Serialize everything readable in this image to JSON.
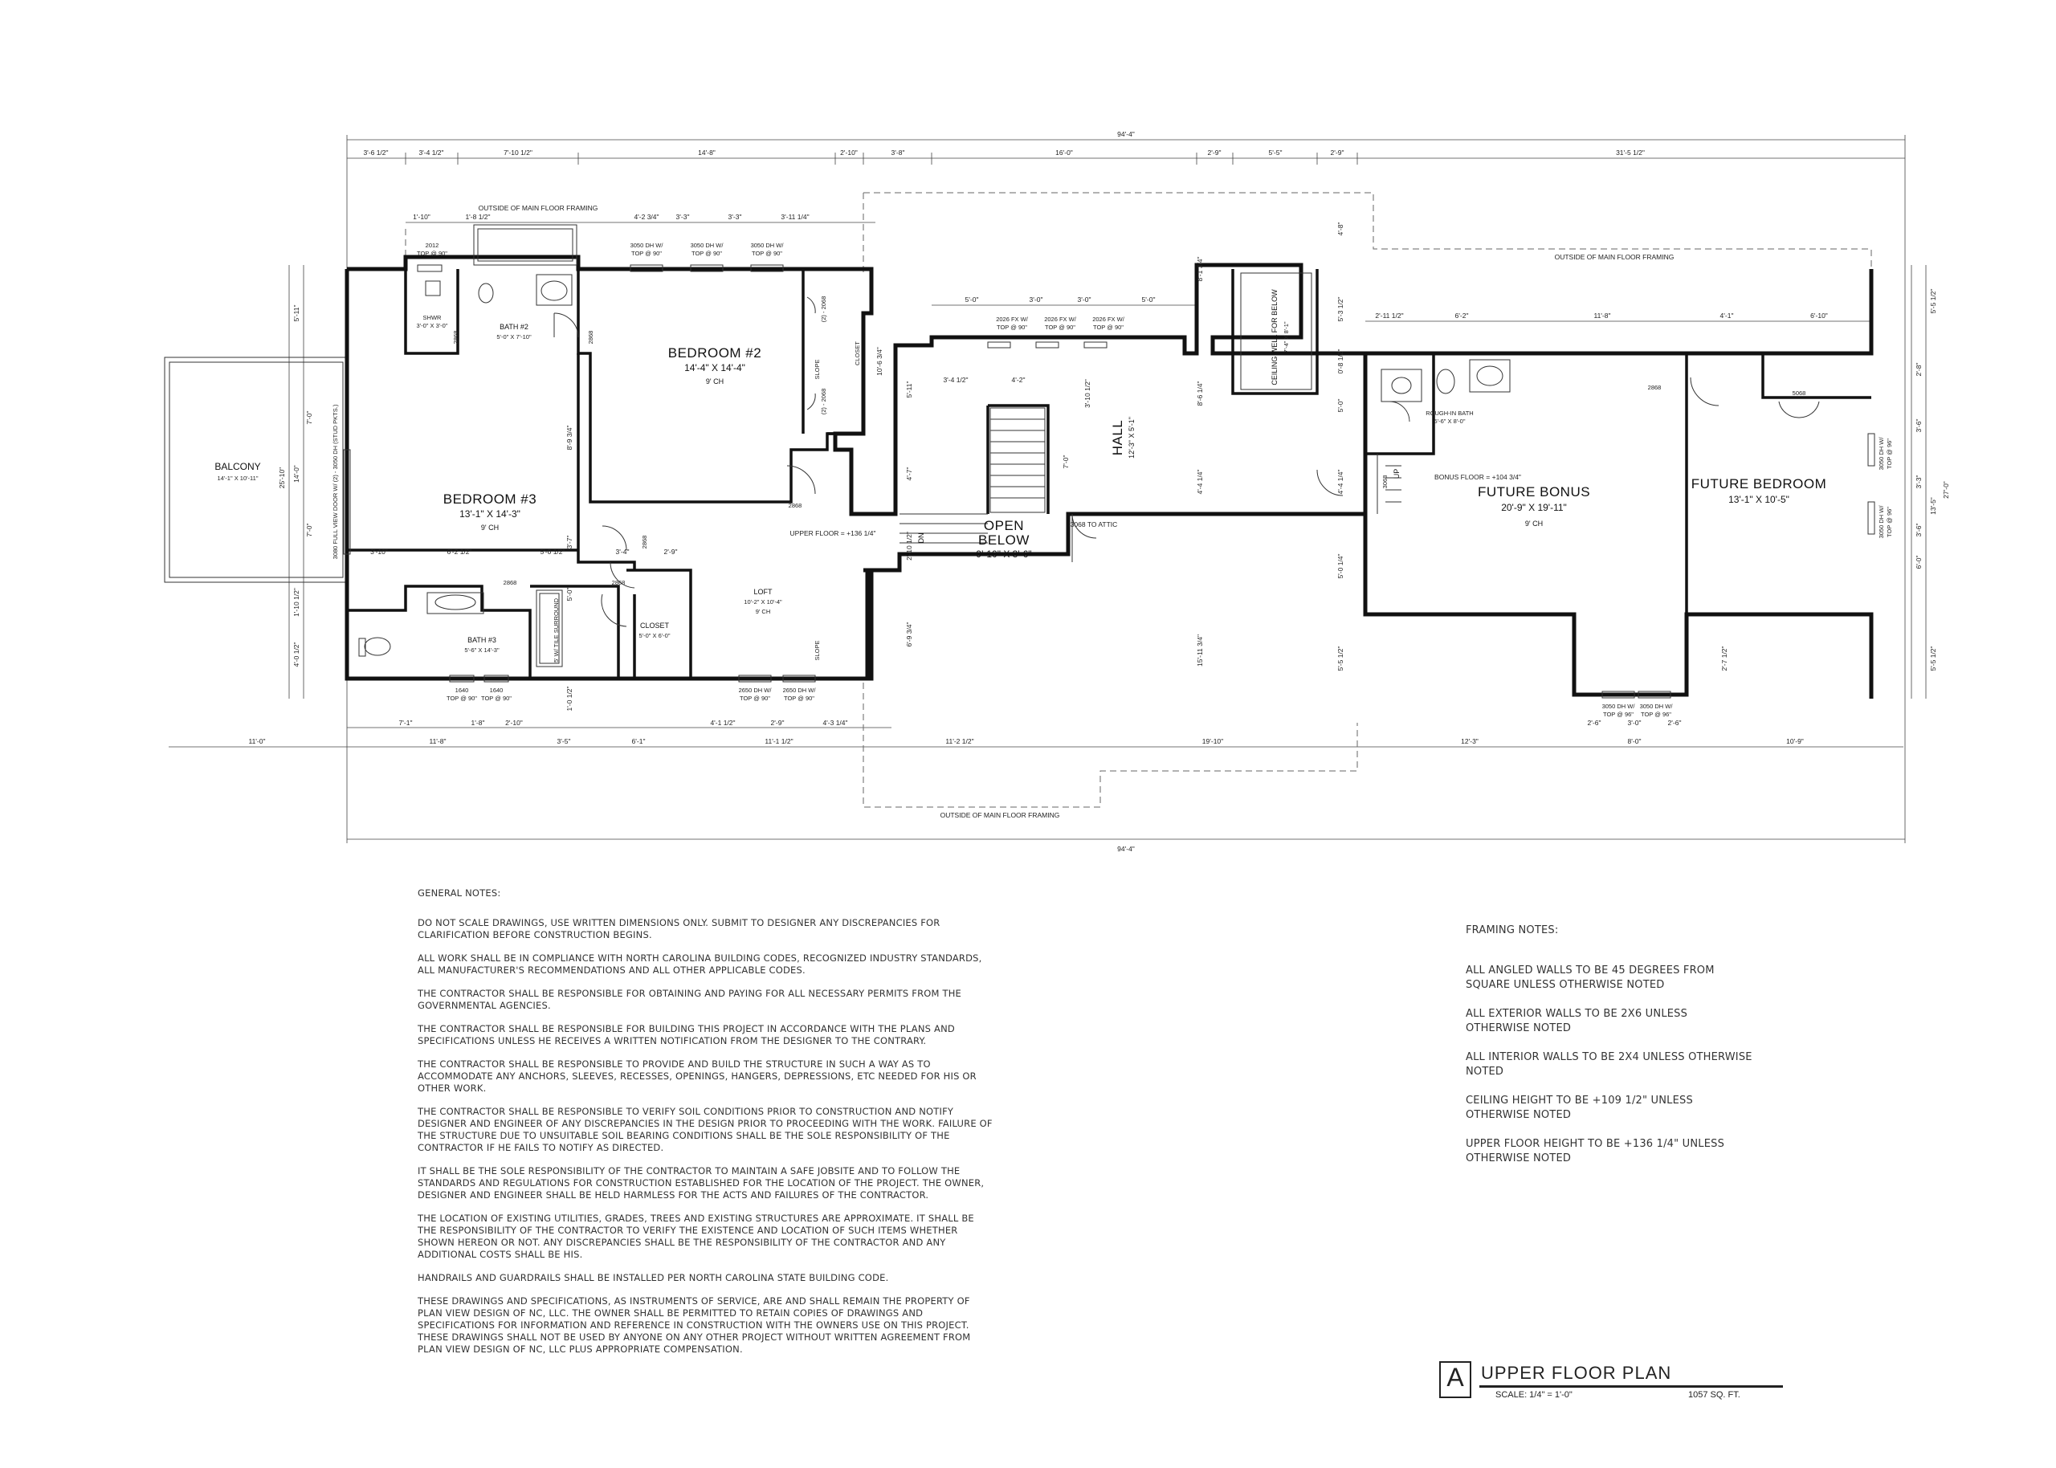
{
  "dimensions": {
    "overall": "94'-4\"",
    "top_row": [
      "3'-6 1/2\"",
      "3'-4 1/2\"",
      "7'-10 1/2\"",
      "14'-8\"",
      "2'-10\"",
      "3'-8\"",
      "16'-0\"",
      "2'-9\"",
      "5'-5\"",
      "2'-9\"",
      "31'-5 1/2\""
    ],
    "top_row2": [
      "1'-10\"",
      "1'-8 1/2\"",
      "4'-2 3/4\"",
      "3'-3\"",
      "3'-3\"",
      "3'-11 1/4\""
    ],
    "stair_row": [
      "5'-0\"",
      "3'-0\"",
      "3'-0\"",
      "5'-0\""
    ],
    "right_row": [
      "2'-11 1/2\"",
      "6'-2\"",
      "11'-8\"",
      "4'-1\"",
      "6'-10\""
    ],
    "hall_row": [
      "3'-4 1/2\"",
      "4'-2\""
    ],
    "bath3_row": [
      "3'-10\"",
      "6'-2 1/2\"",
      "5'-0 1/2\"",
      "3'-4\"",
      "2'-9\""
    ],
    "bottom_row1": [
      "7'-1\"",
      "1'-8\"",
      "2'-10\"",
      "4'-1 1/2\"",
      "2'-9\"",
      "4'-3 1/4\"",
      "2'-6\"",
      "3'-0\"",
      "2'-6\""
    ],
    "bottom_row2": [
      "11'-0\"",
      "11'-8\"",
      "3'-5\"",
      "6'-1\"",
      "11'-1 1/2\"",
      "11'-2 1/2\"",
      "19'-10\"",
      "12'-3\"",
      "8'-0\"",
      "10'-9\""
    ],
    "left_col": [
      "5'-11\"",
      "7'-0\"",
      "7'-0\"",
      "1'-10 1/2\"",
      "4'-0 1/2\"",
      "14'-0\"",
      "25'-10\""
    ],
    "right_col": [
      "5'-5 1/2\"",
      "2'-8\"",
      "3'-6\"",
      "3'-3\"",
      "3'-6\"",
      "6'-0\"",
      "5'-5 1/2\"",
      "27'-0\"",
      "13'-5\""
    ],
    "misc": [
      "4'-8\"",
      "8'-1 3/4\"",
      "5'-3 1/2\"",
      "0'-8 1/2\"",
      "5'-0\"",
      "8'-6 1/4\"",
      "4'-4 1/4\"",
      "6'-9 3/4\"",
      "15'-11 3/4\"",
      "10'-6 3/4\"",
      "5'-11\"",
      "4'-7\"",
      "2'-10 1/2\"",
      "8'-9 3/4\"",
      "5'-0\"",
      "3'-7\"",
      "1'-0 1/2\"",
      "3'-10 1/2\"",
      "7'-0\"",
      "5'-0 1/4\"",
      "4'-4 1/4\"",
      "5'-5 1/2\"",
      "2'-7 1/2\""
    ]
  },
  "labels": {
    "outside_framing": "OUTSIDE OF MAIN FLOOR FRAMING",
    "upper_floor": "UPPER FLOOR = +136 1/4\"",
    "bonus_floor": "BONUS FLOOR = +104 3/4\"",
    "ceiling_well": "CEILING WELL FOR BELOW",
    "ceiling_well_size": "7'-4\" X 8'-1\"",
    "door_attic": "3068 TO ATTIC",
    "dn": "DN",
    "up": "UP",
    "slope": "SLOPE"
  },
  "rooms": [
    {
      "name": "BEDROOM #2",
      "size": "14'-4\" X 14'-4\"",
      "ceiling": "9' CH"
    },
    {
      "name": "BEDROOM #3",
      "size": "13'-1\" X 14'-3\"",
      "ceiling": "9' CH"
    },
    {
      "name": "BATH #2",
      "size": "5'-0\" X 7'-10\""
    },
    {
      "name": "SHWR",
      "size": "3'-0\" X 3'-0\""
    },
    {
      "name": "BATH #3",
      "size": "5'-6\" X 14'-3\""
    },
    {
      "name": "CLOSET",
      "size": "5'-0\" X 6'-0\""
    },
    {
      "name": "LOFT",
      "size": "10'-2\" X 10'-4\"",
      "ceiling": "9' CH"
    },
    {
      "name": "HALL",
      "size": "12'-3\" X 5'-1\""
    },
    {
      "name": "OPEN",
      "name2": "BELOW",
      "size": "9'-10\" X 3'-6\""
    },
    {
      "name": "BALCONY",
      "size": "14'-1\" X 10'-11\""
    },
    {
      "name": "FUTURE BONUS",
      "size": "20'-9\" X 19'-11\"",
      "ceiling": "9' CH"
    },
    {
      "name": "FUTURE BEDROOM",
      "size": "13'-1\" X 10'-5\""
    },
    {
      "name": "ROUGH-IN BATH",
      "size": "5'-6\" X 8'-0\""
    },
    {
      "name": "CLOSET",
      "size": ""
    }
  ],
  "openings": {
    "w2012": [
      "2012",
      "TOP @ 90\""
    ],
    "w3050a": [
      "3050 DH W/",
      "TOP @ 90\""
    ],
    "w3050b": [
      "3050 DH W/",
      "TOP @ 90\""
    ],
    "w3050c": [
      "3050 DH W/",
      "TOP @ 90\""
    ],
    "fx1": [
      "2026 FX W/",
      "TOP @ 90\""
    ],
    "fx2": [
      "2026 FX W/",
      "TOP @ 90\""
    ],
    "fx3": [
      "2026 FX W/",
      "TOP @ 90\""
    ],
    "w1640a": [
      "1640",
      "TOP @ 90\""
    ],
    "w1640b": [
      "1640",
      "TOP @ 90\""
    ],
    "w2650a": [
      "2650 DH W/",
      "TOP @ 90\""
    ],
    "w2650b": [
      "2650 DH W/",
      "TOP @ 90\""
    ],
    "w3050d": [
      "3050 DH W/",
      "TOP @ 96\""
    ],
    "w3050e": [
      "3050 DH W/",
      "TOP @ 96\""
    ],
    "w3050f": [
      "3050 DH W/",
      "TOP @ 96\""
    ],
    "w3050g": [
      "3050 DH W/",
      "TOP @ 96\""
    ],
    "balcony_door": "3080 FULL VIEW DOOR W/ (2) - 3050 DH (STUD PKTS.)",
    "doors": [
      "2868",
      "2868",
      "2868",
      "2868",
      "2868",
      "2868",
      "2868",
      "3068",
      "5068",
      "(2) - 2068",
      "(2) - 2068"
    ],
    "tub": "5' W/ TILE SURROUND"
  },
  "general_notes": {
    "heading": "GENERAL NOTES:",
    "items": [
      "DO NOT SCALE DRAWINGS, USE WRITTEN DIMENSIONS ONLY. SUBMIT TO DESIGNER ANY DISCREPANCIES FOR CLARIFICATION BEFORE CONSTRUCTION BEGINS.",
      "ALL WORK SHALL BE IN COMPLIANCE WITH NORTH CAROLINA BUILDING CODES, RECOGNIZED INDUSTRY STANDARDS, ALL MANUFACTURER'S RECOMMENDATIONS AND ALL OTHER APPLICABLE CODES.",
      "THE CONTRACTOR SHALL BE RESPONSIBLE FOR OBTAINING AND PAYING FOR ALL NECESSARY PERMITS FROM THE GOVERNMENTAL AGENCIES.",
      "THE CONTRACTOR SHALL BE RESPONSIBLE FOR BUILDING THIS PROJECT IN ACCORDANCE WITH THE PLANS AND SPECIFICATIONS UNLESS HE RECEIVES A WRITTEN NOTIFICATION FROM THE DESIGNER TO THE CONTRARY.",
      "THE CONTRACTOR SHALL BE RESPONSIBLE TO PROVIDE AND BUILD THE STRUCTURE IN SUCH A WAY AS TO ACCOMMODATE ANY ANCHORS, SLEEVES, RECESSES, OPENINGS, HANGERS, DEPRESSIONS, ETC NEEDED FOR HIS OR OTHER WORK.",
      "THE CONTRACTOR SHALL BE RESPONSIBLE TO VERIFY SOIL CONDITIONS PRIOR TO CONSTRUCTION AND NOTIFY DESIGNER AND ENGINEER OF ANY DISCREPANCIES IN THE DESIGN PRIOR TO PROCEEDING WITH THE WORK. FAILURE OF THE STRUCTURE DUE TO UNSUITABLE SOIL BEARING CONDITIONS SHALL BE THE SOLE RESPONSIBILITY OF THE CONTRACTOR IF HE FAILS TO NOTIFY AS DIRECTED.",
      "IT SHALL BE THE SOLE RESPONSIBILITY OF THE CONTRACTOR TO MAINTAIN A SAFE JOBSITE AND TO FOLLOW THE STANDARDS AND REGULATIONS FOR CONSTRUCTION ESTABLISHED FOR THE LOCATION OF THE PROJECT. THE OWNER, DESIGNER AND ENGINEER SHALL BE HELD HARMLESS FOR THE ACTS AND FAILURES OF THE CONTRACTOR.",
      "THE LOCATION OF EXISTING UTILITIES, GRADES, TREES AND EXISTING STRUCTURES ARE APPROXIMATE. IT SHALL BE THE RESPONSIBILITY OF THE CONTRACTOR TO VERIFY THE EXISTENCE AND LOCATION OF SUCH ITEMS WHETHER SHOWN HEREON OR NOT. ANY DISCREPANCIES SHALL BE THE RESPONSIBILITY OF THE CONTRACTOR AND ANY ADDITIONAL COSTS SHALL BE HIS.",
      "HANDRAILS AND GUARDRAILS SHALL BE INSTALLED PER NORTH CAROLINA STATE BUILDING CODE.",
      "THESE DRAWINGS AND SPECIFICATIONS, AS INSTRUMENTS OF SERVICE, ARE AND SHALL REMAIN THE PROPERTY OF PLAN VIEW DESIGN OF NC, LLC. THE OWNER SHALL BE PERMITTED TO RETAIN COPIES OF DRAWINGS AND SPECIFICATIONS FOR INFORMATION AND REFERENCE IN CONSTRUCTION WITH THE OWNERS USE ON THIS PROJECT. THESE DRAWINGS SHALL NOT BE USED BY ANYONE ON ANY OTHER PROJECT WITHOUT WRITTEN AGREEMENT FROM PLAN VIEW DESIGN OF NC, LLC PLUS APPROPRIATE COMPENSATION."
    ]
  },
  "framing_notes": {
    "heading": "FRAMING NOTES:",
    "items": [
      "ALL ANGLED WALLS TO BE 45 DEGREES FROM SQUARE UNLESS OTHERWISE NOTED",
      "ALL EXTERIOR WALLS TO BE 2X6 UNLESS OTHERWISE NOTED",
      "ALL INTERIOR WALLS TO BE 2X4 UNLESS OTHERWISE NOTED",
      "CEILING HEIGHT TO BE +109 1/2\" UNLESS OTHERWISE NOTED",
      "UPPER FLOOR HEIGHT TO BE +136 1/4\" UNLESS OTHERWISE NOTED"
    ]
  },
  "title_block": {
    "letter": "A",
    "title": "UPPER FLOOR PLAN",
    "scale": "SCALE:  1/4\" = 1'-0\"",
    "area": "1057 SQ. FT."
  }
}
